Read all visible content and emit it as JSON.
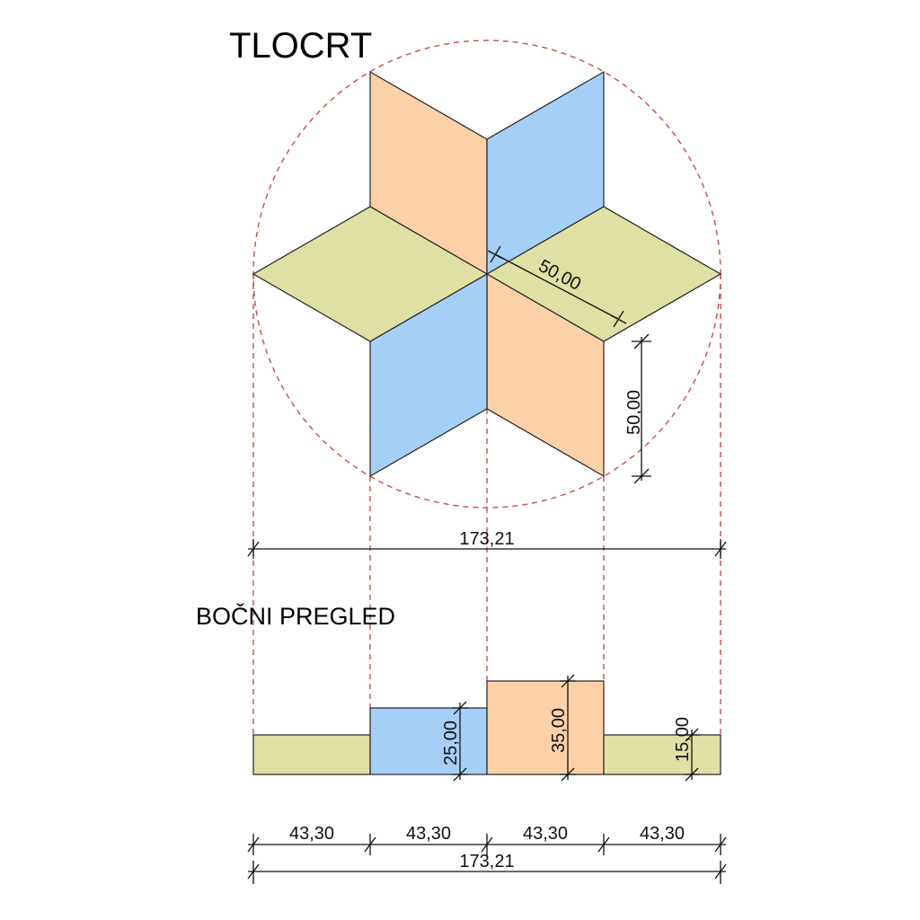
{
  "plan": {
    "title": "TLOCRT",
    "rhombus_side_label": "50,00",
    "rhombus_height_label": "50,00",
    "total_width_label": "173,21"
  },
  "side_view": {
    "title": "BOČNI PREGLED",
    "heights": [
      {
        "label": "25,00",
        "value": 25
      },
      {
        "label": "35,00",
        "value": 35
      },
      {
        "label": "15,00",
        "value": 15
      }
    ],
    "segments": [
      "43,30",
      "43,30",
      "43,30",
      "43,30"
    ],
    "total_width_label": "173,21"
  },
  "colors": {
    "green": "#dfe0a4",
    "blue": "#a6cff7",
    "orange": "#fdd1a8",
    "guide": "#c0504d",
    "outline": "#222222"
  }
}
